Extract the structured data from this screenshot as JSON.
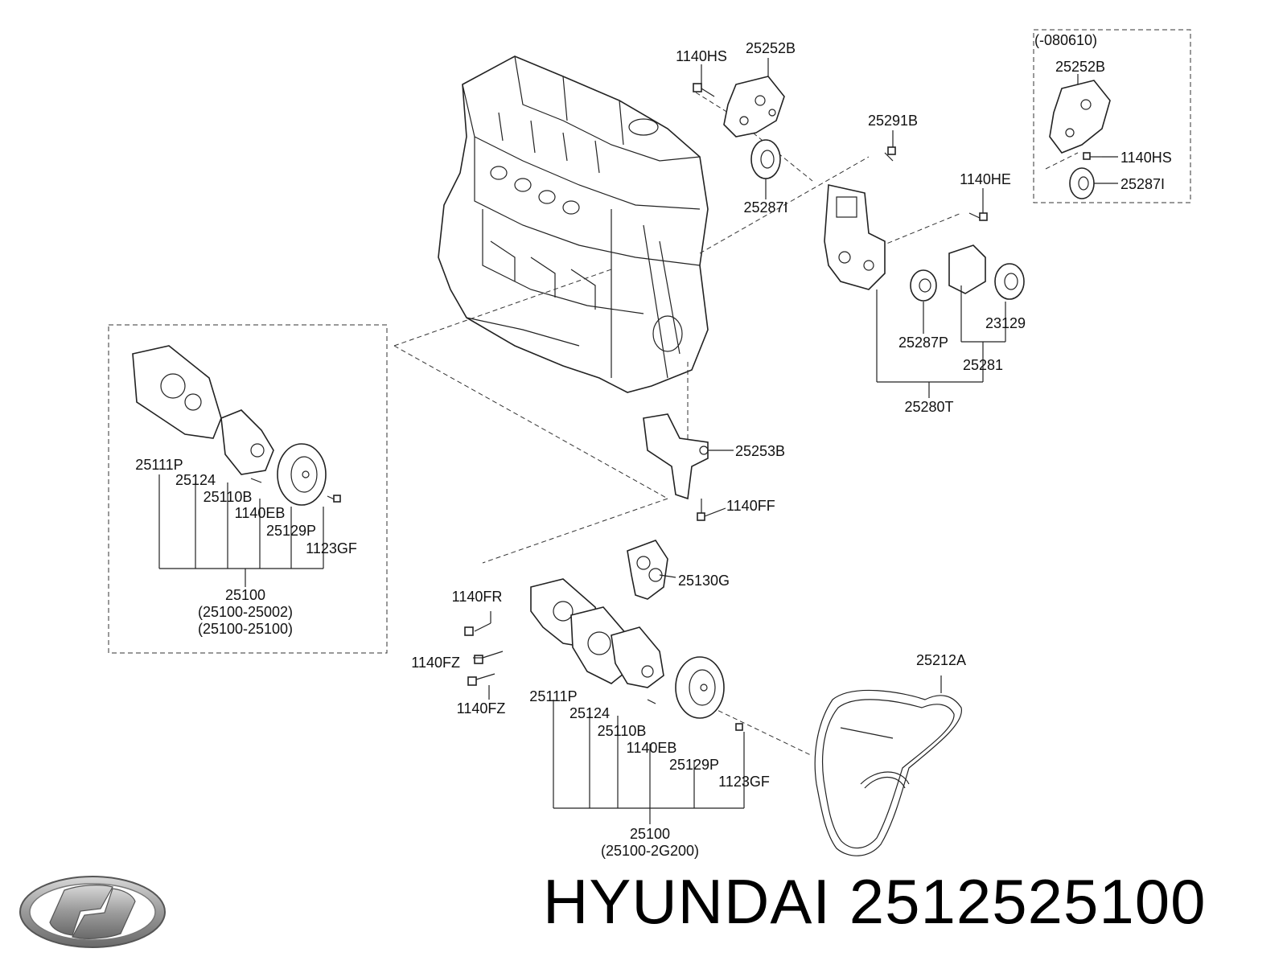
{
  "diagram": {
    "inset_note": "(-080610)",
    "labels": {
      "bolt_1140HS_top": "1140HS",
      "bracket_25252B_top": "25252B",
      "pulley_25287I_top": "25287I",
      "bolt_25291B": "25291B",
      "bolt_1140HE": "1140HE",
      "inset_25252B": "25252B",
      "inset_1140HS": "1140HS",
      "inset_25287I": "25287I",
      "tensioner_23129": "23129",
      "pulley_25287P": "25287P",
      "tensioner_25281": "25281",
      "assy_25280T": "25280T",
      "bracket_25253B": "25253B",
      "bolt_1140FF": "1140FF",
      "gasket_25130G": "25130G",
      "left_25111P": "25111P",
      "left_25124": "25124",
      "left_25110B": "25110B",
      "left_1140EB": "1140EB",
      "left_25129P": "25129P",
      "left_1123GF": "1123GF",
      "left_25100": "25100",
      "left_25100_a": "(25100-25002)",
      "left_25100_b": "(25100-25100)",
      "bolt_1140FR": "1140FR",
      "bolt_1140FZ_a": "1140FZ",
      "bolt_1140FZ_b": "1140FZ",
      "main_25111P": "25111P",
      "main_25124": "25124",
      "main_25110B": "25110B",
      "main_1140EB": "1140EB",
      "main_25129P": "25129P",
      "main_1123GF": "1123GF",
      "main_25100": "25100",
      "main_25100_a": "(25100-2G200)",
      "belt_25212A": "25212A"
    }
  },
  "footer": {
    "brand_text": "HYUNDAI 2512525100",
    "logo_icon": "hyundai-logo-icon"
  }
}
